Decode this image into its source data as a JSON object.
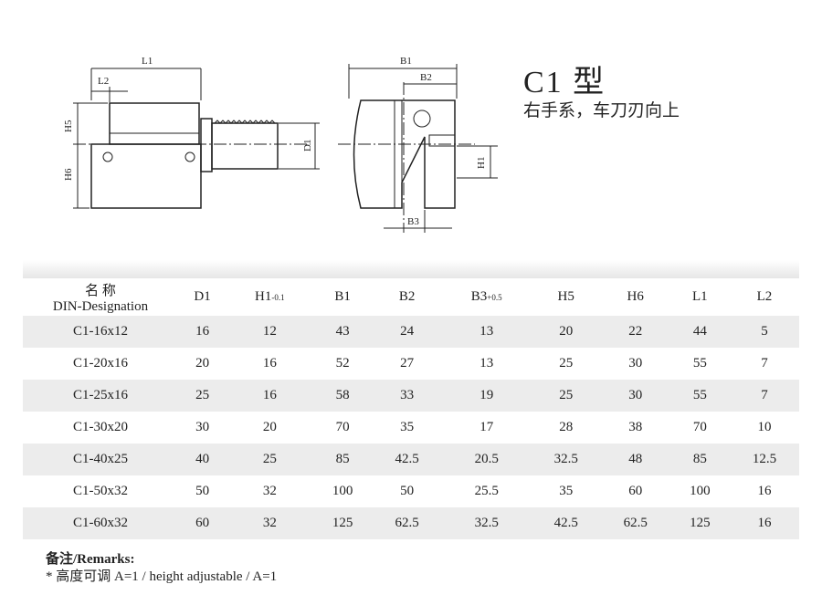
{
  "title": "C1 型",
  "subtitle": "右手系，车刀刃向上",
  "drawing_labels": {
    "L1": "L1",
    "L2": "L2",
    "H5": "H5",
    "H6": "H6",
    "D1": "D1",
    "B1": "B1",
    "B2": "B2",
    "H1": "H1",
    "B3": "B3"
  },
  "table": {
    "header": {
      "name_cn": "名 称",
      "name_en": "DIN-Designation",
      "cols": [
        {
          "main": "D1",
          "sub": ""
        },
        {
          "main": "H1",
          "sub": "-0.1"
        },
        {
          "main": "B1",
          "sub": ""
        },
        {
          "main": "B2",
          "sub": ""
        },
        {
          "main": "B3",
          "sub": "+0.5"
        },
        {
          "main": "H5",
          "sub": ""
        },
        {
          "main": "H6",
          "sub": ""
        },
        {
          "main": "L1",
          "sub": ""
        },
        {
          "main": "L2",
          "sub": ""
        }
      ]
    },
    "rows": [
      [
        "C1-16x12",
        "16",
        "12",
        "43",
        "24",
        "13",
        "20",
        "22",
        "44",
        "5"
      ],
      [
        "C1-20x16",
        "20",
        "16",
        "52",
        "27",
        "13",
        "25",
        "30",
        "55",
        "7"
      ],
      [
        "C1-25x16",
        "25",
        "16",
        "58",
        "33",
        "19",
        "25",
        "30",
        "55",
        "7"
      ],
      [
        "C1-30x20",
        "30",
        "20",
        "70",
        "35",
        "17",
        "28",
        "38",
        "70",
        "10"
      ],
      [
        "C1-40x25",
        "40",
        "25",
        "85",
        "42.5",
        "20.5",
        "32.5",
        "48",
        "85",
        "12.5"
      ],
      [
        "C1-50x32",
        "50",
        "32",
        "100",
        "50",
        "25.5",
        "35",
        "60",
        "100",
        "16"
      ],
      [
        "C1-60x32",
        "60",
        "32",
        "125",
        "62.5",
        "32.5",
        "42.5",
        "62.5",
        "125",
        "16"
      ]
    ]
  },
  "remarks": {
    "heading": "备注/Remarks:",
    "line": "*  高度可调 A=1    /  height adjustable / A=1"
  }
}
